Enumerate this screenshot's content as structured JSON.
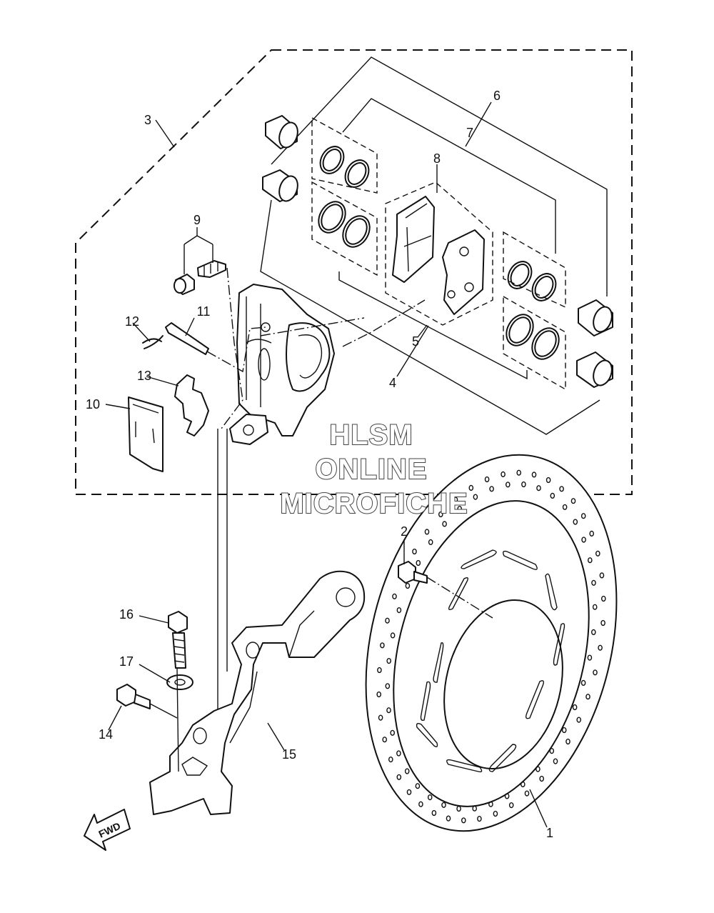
{
  "callouts": {
    "c1": "1",
    "c2": "2",
    "c3": "3",
    "c4": "4",
    "c5": "5",
    "c6": "6",
    "c7": "7",
    "c8": "8",
    "c9": "9",
    "c10": "10",
    "c11": "11",
    "c12": "12",
    "c13": "13",
    "c14": "14",
    "c15": "15",
    "c16": "16",
    "c17": "17"
  },
  "watermark": {
    "line1": "HLSM",
    "line2": "ONLINE",
    "line3": "MICROFICHE"
  },
  "direction_label": "FWD"
}
